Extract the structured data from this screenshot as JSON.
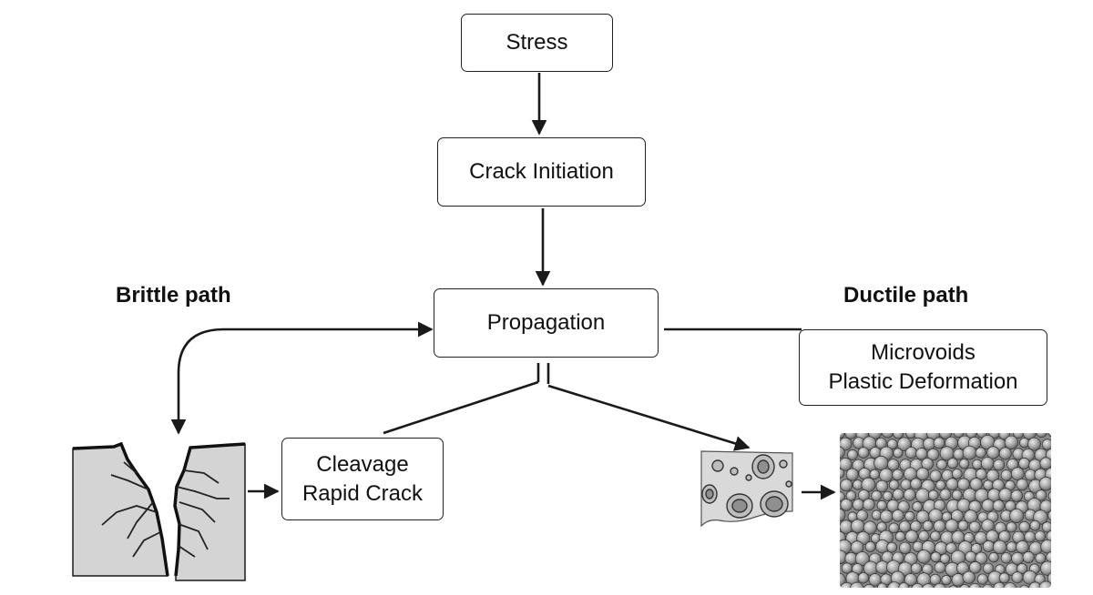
{
  "diagram": {
    "nodes": {
      "stress": "Stress",
      "crack_initiation": "Crack Initiation",
      "propagation": "Propagation",
      "ductile_box": [
        "Microvoids",
        "Plastic Deformation"
      ],
      "brittle_box": [
        "Cleavage",
        "Rapid Crack"
      ]
    },
    "labels": {
      "brittle_path": "Brittle path",
      "ductile_path": "Ductile path"
    },
    "illustrations": {
      "brittle": "cracked-surface-icon",
      "ductile_small": "microvoid-cluster-icon",
      "ductile_large": "dimpled-surface-icon"
    },
    "colors": {
      "stroke": "#1a1a1a",
      "surface": "#d4d4d4",
      "void": "#9a9a9a"
    }
  }
}
